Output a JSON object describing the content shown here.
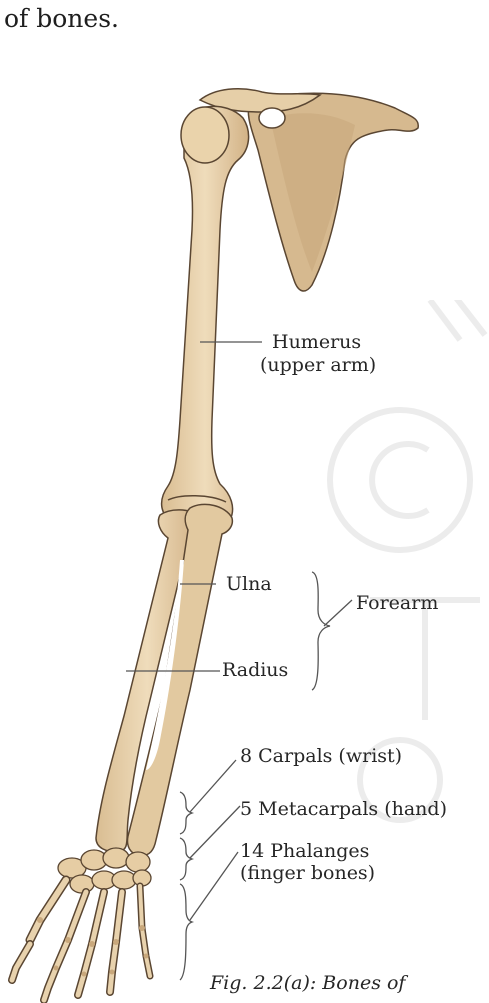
{
  "intro": {
    "text": "of bones."
  },
  "labels": {
    "humerus": "Humerus",
    "humerus_note": "(upper arm)",
    "ulna": "Ulna",
    "radius": "Radius",
    "forearm": "Forearm",
    "carpals": "8 Carpals (wrist)",
    "metacarpals": "5 Metacarpals (hand)",
    "phalanges": "14 Phalanges",
    "phalanges_note": "(finger bones)"
  },
  "caption": {
    "text": "Fig. 2.2(a): Bones of"
  },
  "colors": {
    "bone": "#e8d2ad",
    "bone_shadow": "#c9a87c",
    "bone_outline": "#5a4632",
    "leader_line": "#555555",
    "watermark": "#ececec"
  }
}
